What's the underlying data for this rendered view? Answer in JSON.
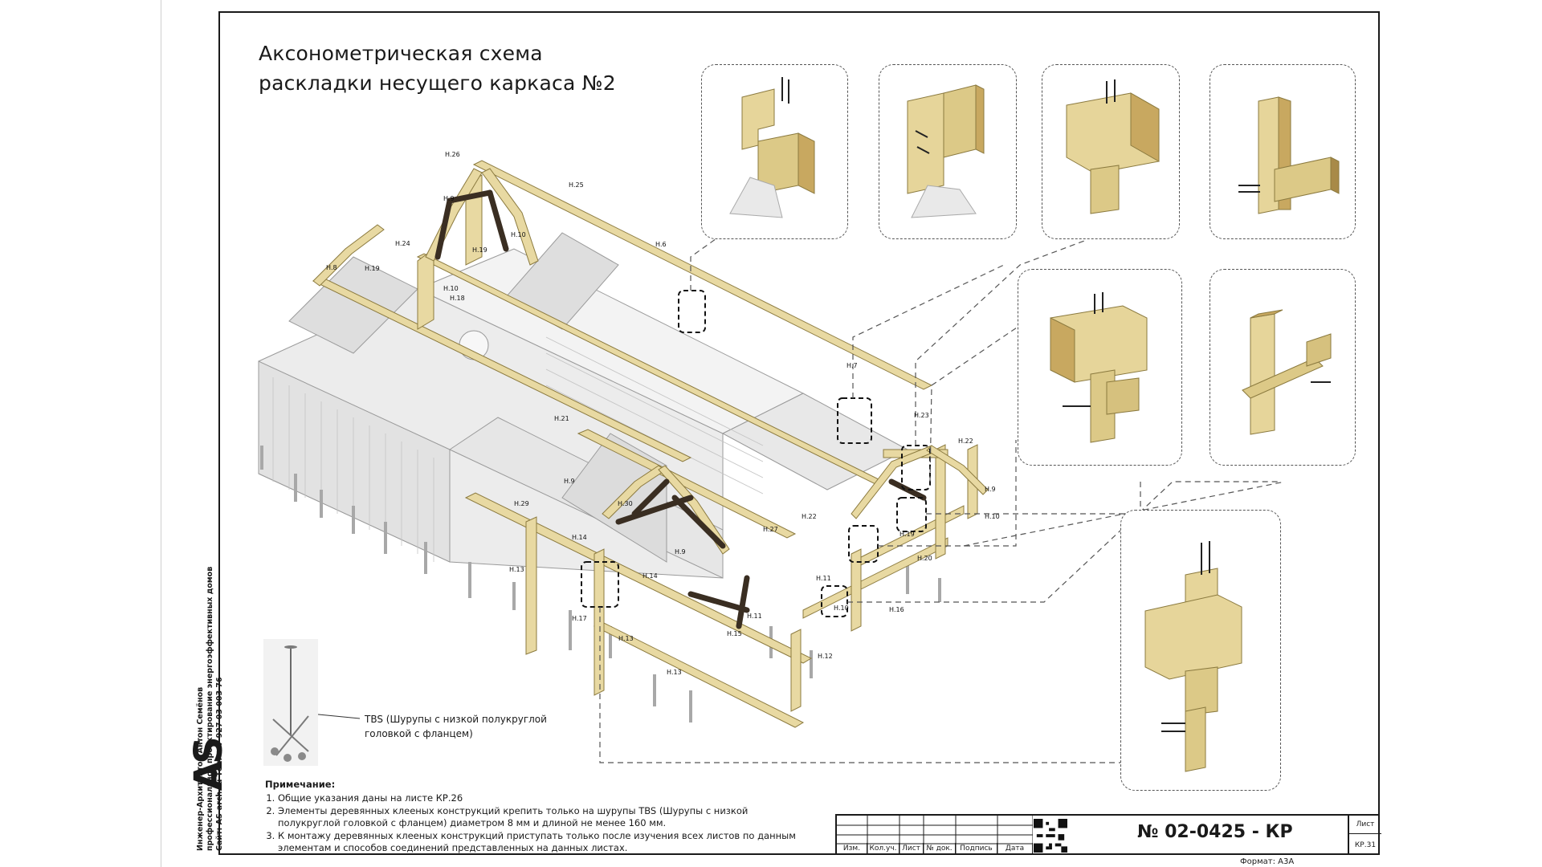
{
  "title": {
    "line1": "Аксонометрическая схема",
    "line2": "раскладки  несущего каркаса №2"
  },
  "side_block": {
    "line1": "Инженер-Архитектор Антон Семёнов",
    "line2": "профессиональное проектирование энергоэффективных домов",
    "line3": "Сайт: AS-arch.ru Тел. + 7 927 03 003 76",
    "logo": "AS"
  },
  "labels": [
    "Н.26",
    "Н.25",
    "Н.9",
    "Н.10",
    "Н.24",
    "Н.19",
    "Н.8",
    "Н.19",
    "Н.10",
    "Н.18",
    "Н.6",
    "Н.7",
    "Н.23",
    "Н.22",
    "Н.21",
    "Н.9",
    "Н.29",
    "Н.30",
    "Н.14",
    "Н.27",
    "Н.22",
    "Н.19",
    "Н.9",
    "Н.10",
    "Н.20",
    "Н.9",
    "Н.14",
    "Н.13",
    "Н.17",
    "Н.11",
    "Н.10",
    "Н.16",
    "Н.13",
    "Н.15",
    "Н.11",
    "Н.12",
    "Н.13"
  ],
  "screw": {
    "label_line1": "TBS (Шурупы с низкой полукруглой",
    "label_line2": "головкой с фланцем)"
  },
  "notes": {
    "heading": "Примечание:",
    "items": [
      "Общие указания даны на листе КР.26",
      "Элементы деревянных клееных конструкций крепить только на шурупы TBS (Шурупы с низкой полукруглой головкой с фланцем) диаметром 8 мм и длиной не менее 160 мм.",
      "К монтажу деревянных клееных конструкций приступать только после изучения всех листов по данным элементам и способов соединений представленных на данных листах."
    ]
  },
  "stamp": {
    "columns": [
      "Изм.",
      "Кол.уч.",
      "Лист",
      "№ док.",
      "Подпись",
      "Дата"
    ],
    "code": "№ 02-0425 - КР",
    "sheet_label": "Лист",
    "sheet_number": "КР.31"
  },
  "format": "Формат: А3А",
  "colors": {
    "timber": "#e8d9a2",
    "timber_edge": "#8b7a3f",
    "dark_brace": "#5a4636",
    "walls": "#ebebeb",
    "frame": "#1a1a1a"
  }
}
